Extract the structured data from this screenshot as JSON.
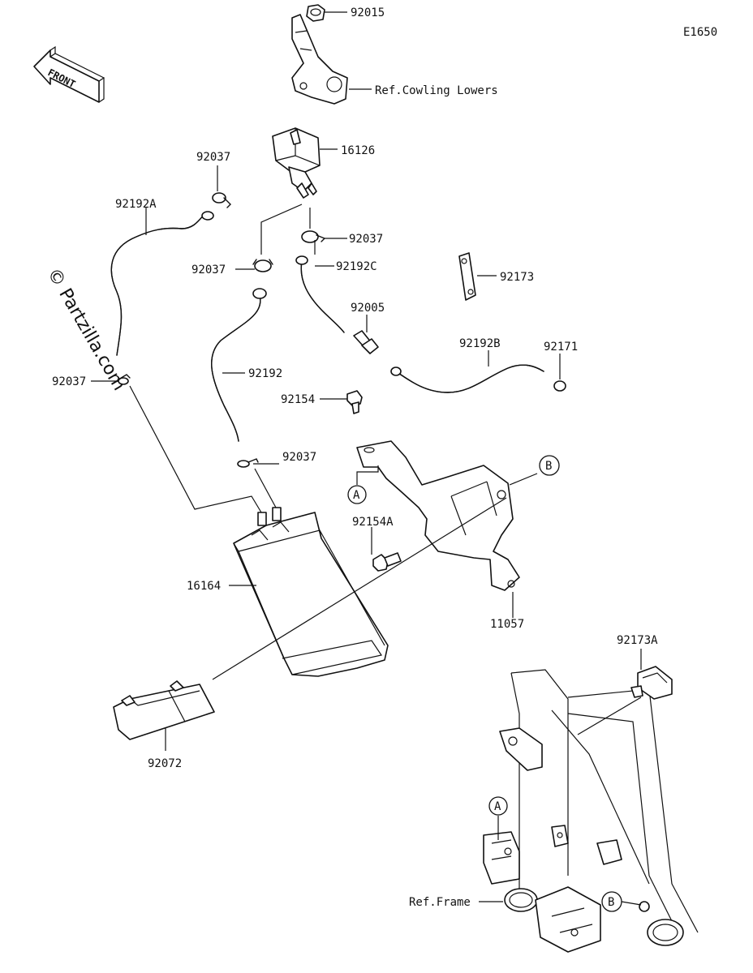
{
  "diagram_id": "E1650",
  "front_label": "FRONT",
  "watermark": "© Partzilla.com",
  "parts": {
    "p92015": "92015",
    "ref_cowling": "Ref.Cowling Lowers",
    "p16126": "16126",
    "p92037_top": "92037",
    "p92192A": "92192A",
    "p92037_mid_right": "92037",
    "p92037_mid_left": "92037",
    "p92192C": "92192C",
    "p92173": "92173",
    "p92005": "92005",
    "p92192": "92192",
    "p92192B": "92192B",
    "p92171": "92171",
    "p92037_left": "92037",
    "p92154": "92154",
    "p92037_low": "92037",
    "p92154A": "92154A",
    "p16164": "16164",
    "p11057": "11057",
    "p92173A": "92173A",
    "p92072": "92072",
    "ref_frame": "Ref.Frame"
  },
  "callouts": {
    "A_upper": "A",
    "B_upper": "B",
    "A_lower": "A",
    "B_lower": "B"
  }
}
